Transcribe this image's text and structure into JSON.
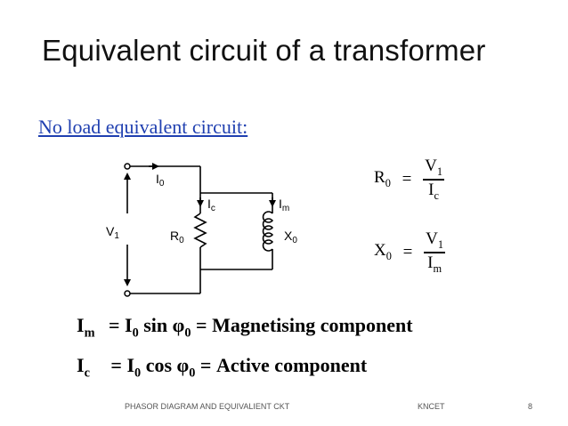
{
  "title": "Equivalent circuit of a transformer",
  "subtitle": "No load equivalent circuit:",
  "circuit_labels": {
    "I0": "I",
    "I0_sub": "0",
    "Ic": "I",
    "Ic_sub": "c",
    "Im": "I",
    "Im_sub": "m",
    "V1": "V",
    "V1_sub": "1",
    "R0": "R",
    "R0_sub": "0",
    "X0": "X",
    "X0_sub": "0"
  },
  "side_equations": {
    "r0_lhs": "R",
    "r0_lhs_sub": "0",
    "x0_lhs": "X",
    "x0_lhs_sub": "0",
    "equals": "=",
    "v_num": "V",
    "v_num_sub": "1",
    "ic_den": "I",
    "ic_den_sub": "c",
    "im_den": "I",
    "im_den_sub": "m"
  },
  "formulas": [
    {
      "lhs": "I",
      "lhs_sub": "m",
      "rhs_a": "=  I",
      "rhs_sub": "0",
      "rhs_b": " sin φ",
      "phi_sub": "0",
      "rhs_c": " = Magnetising component"
    },
    {
      "lhs": "I",
      "lhs_sub": "c",
      "rhs_a": "=  I",
      "rhs_sub": "0",
      "rhs_b": " cos φ",
      "phi_sub": "0",
      "rhs_c": " = Active component"
    }
  ],
  "footer": {
    "left": "PHASOR DIAGRAM AND EQUIVALIENT CKT",
    "center": "KNCET",
    "page": "8"
  }
}
